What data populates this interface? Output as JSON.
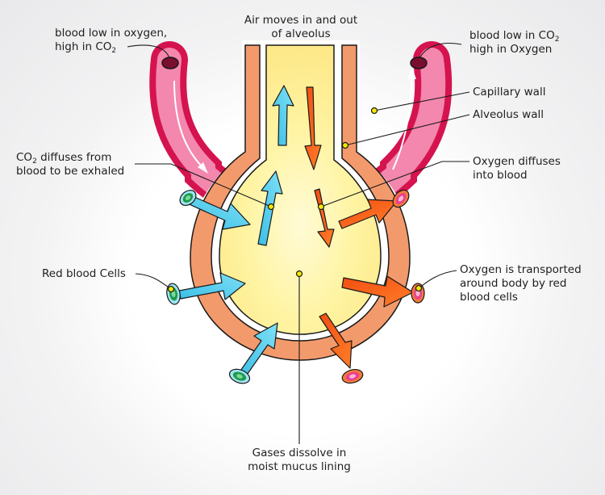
{
  "diagram": {
    "top_label": [
      "Air moves in and out",
      "of alveolus"
    ],
    "top_left_label": [
      {
        "text": "blood low in oxygen,"
      },
      {
        "text": "high in CO",
        "sub": "2"
      }
    ],
    "top_right_label": [
      {
        "text": "blood low in CO",
        "sub": "2"
      },
      {
        "text": "high in Oxygen"
      }
    ],
    "capillary_wall": "Capillary wall",
    "alveolus_wall": "Alveolus wall",
    "co2_diffuses": [
      {
        "text": "CO",
        "sub": "2",
        "after": " diffuses from"
      },
      {
        "text": "blood to be exhaled"
      }
    ],
    "oxygen_diffuses": [
      "Oxygen diffuses",
      "into blood"
    ],
    "red_blood_cells": "Red blood Cells",
    "oxygen_transported": [
      "Oxygen is transported",
      "around body by red",
      "blood cells"
    ],
    "gases_dissolve": [
      "Gases dissolve in",
      "moist mucus lining"
    ],
    "colors": {
      "capillary_outer": "#d5134f",
      "capillary_inner": "#f487ad",
      "alveolus_wall": "#f39a6c",
      "air_space": "#fff4a3",
      "co2_arrow": "#59cfec",
      "oxygen_arrow": "#f55a13",
      "deoxygenated_cell": "#1f9a4a",
      "oxygenated_cell": "#e8418d",
      "marker": "#f5e800"
    }
  }
}
